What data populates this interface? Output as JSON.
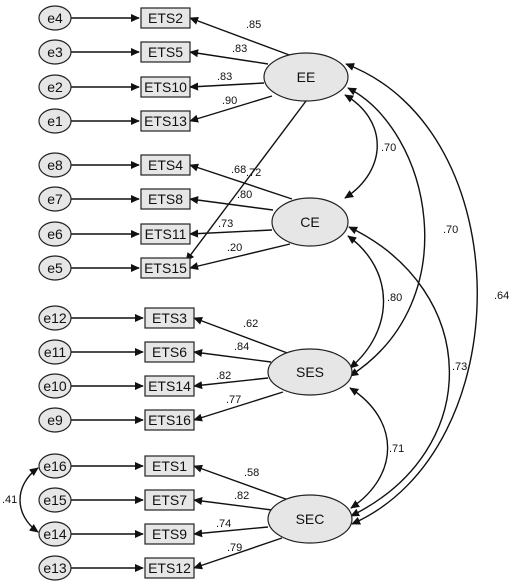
{
  "indicators": [
    "ETS2",
    "ETS5",
    "ETS10",
    "ETS13",
    "ETS4",
    "ETS8",
    "ETS11",
    "ETS15",
    "ETS3",
    "ETS6",
    "ETS14",
    "ETS16",
    "ETS1",
    "ETS7",
    "ETS9",
    "ETS12"
  ],
  "errors": [
    "e4",
    "e3",
    "e2",
    "e1",
    "e8",
    "e7",
    "e6",
    "e5",
    "e12",
    "e11",
    "e10",
    "e9",
    "e16",
    "e15",
    "e14",
    "e13"
  ],
  "latents": [
    "EE",
    "CE",
    "SES",
    "SEC"
  ],
  "loadings": [
    {
      "factor": "EE",
      "indicator": "ETS2",
      "value": ".85"
    },
    {
      "factor": "EE",
      "indicator": "ETS5",
      "value": ".83"
    },
    {
      "factor": "EE",
      "indicator": "ETS10",
      "value": ".83"
    },
    {
      "factor": "EE",
      "indicator": "ETS13",
      "value": ".90"
    },
    {
      "factor": "EE",
      "indicator": "ETS15",
      "value": ".72"
    },
    {
      "factor": "CE",
      "indicator": "ETS4",
      "value": ".68"
    },
    {
      "factor": "CE",
      "indicator": "ETS8",
      "value": ".80"
    },
    {
      "factor": "CE",
      "indicator": "ETS11",
      "value": ".73"
    },
    {
      "factor": "CE",
      "indicator": "ETS15",
      "value": ".20"
    },
    {
      "factor": "SES",
      "indicator": "ETS3",
      "value": ".62"
    },
    {
      "factor": "SES",
      "indicator": "ETS6",
      "value": ".84"
    },
    {
      "factor": "SES",
      "indicator": "ETS14",
      "value": ".82"
    },
    {
      "factor": "SES",
      "indicator": "ETS16",
      "value": ".77"
    },
    {
      "factor": "SEC",
      "indicator": "ETS1",
      "value": ".58"
    },
    {
      "factor": "SEC",
      "indicator": "ETS7",
      "value": ".82"
    },
    {
      "factor": "SEC",
      "indicator": "ETS9",
      "value": ".74"
    },
    {
      "factor": "SEC",
      "indicator": "ETS12",
      "value": ".79"
    }
  ],
  "correlations": [
    {
      "from": "EE",
      "to": "CE",
      "value": ".70"
    },
    {
      "from": "CE",
      "to": "SES",
      "value": ".80"
    },
    {
      "from": "SES",
      "to": "SEC",
      "value": ".71"
    },
    {
      "from": "EE",
      "to": "SES",
      "value": ".70"
    },
    {
      "from": "CE",
      "to": "SEC",
      "value": ".73"
    },
    {
      "from": "EE",
      "to": "SEC",
      "value": ".64"
    },
    {
      "from": "e16",
      "to": "e14",
      "value": ".41"
    }
  ]
}
